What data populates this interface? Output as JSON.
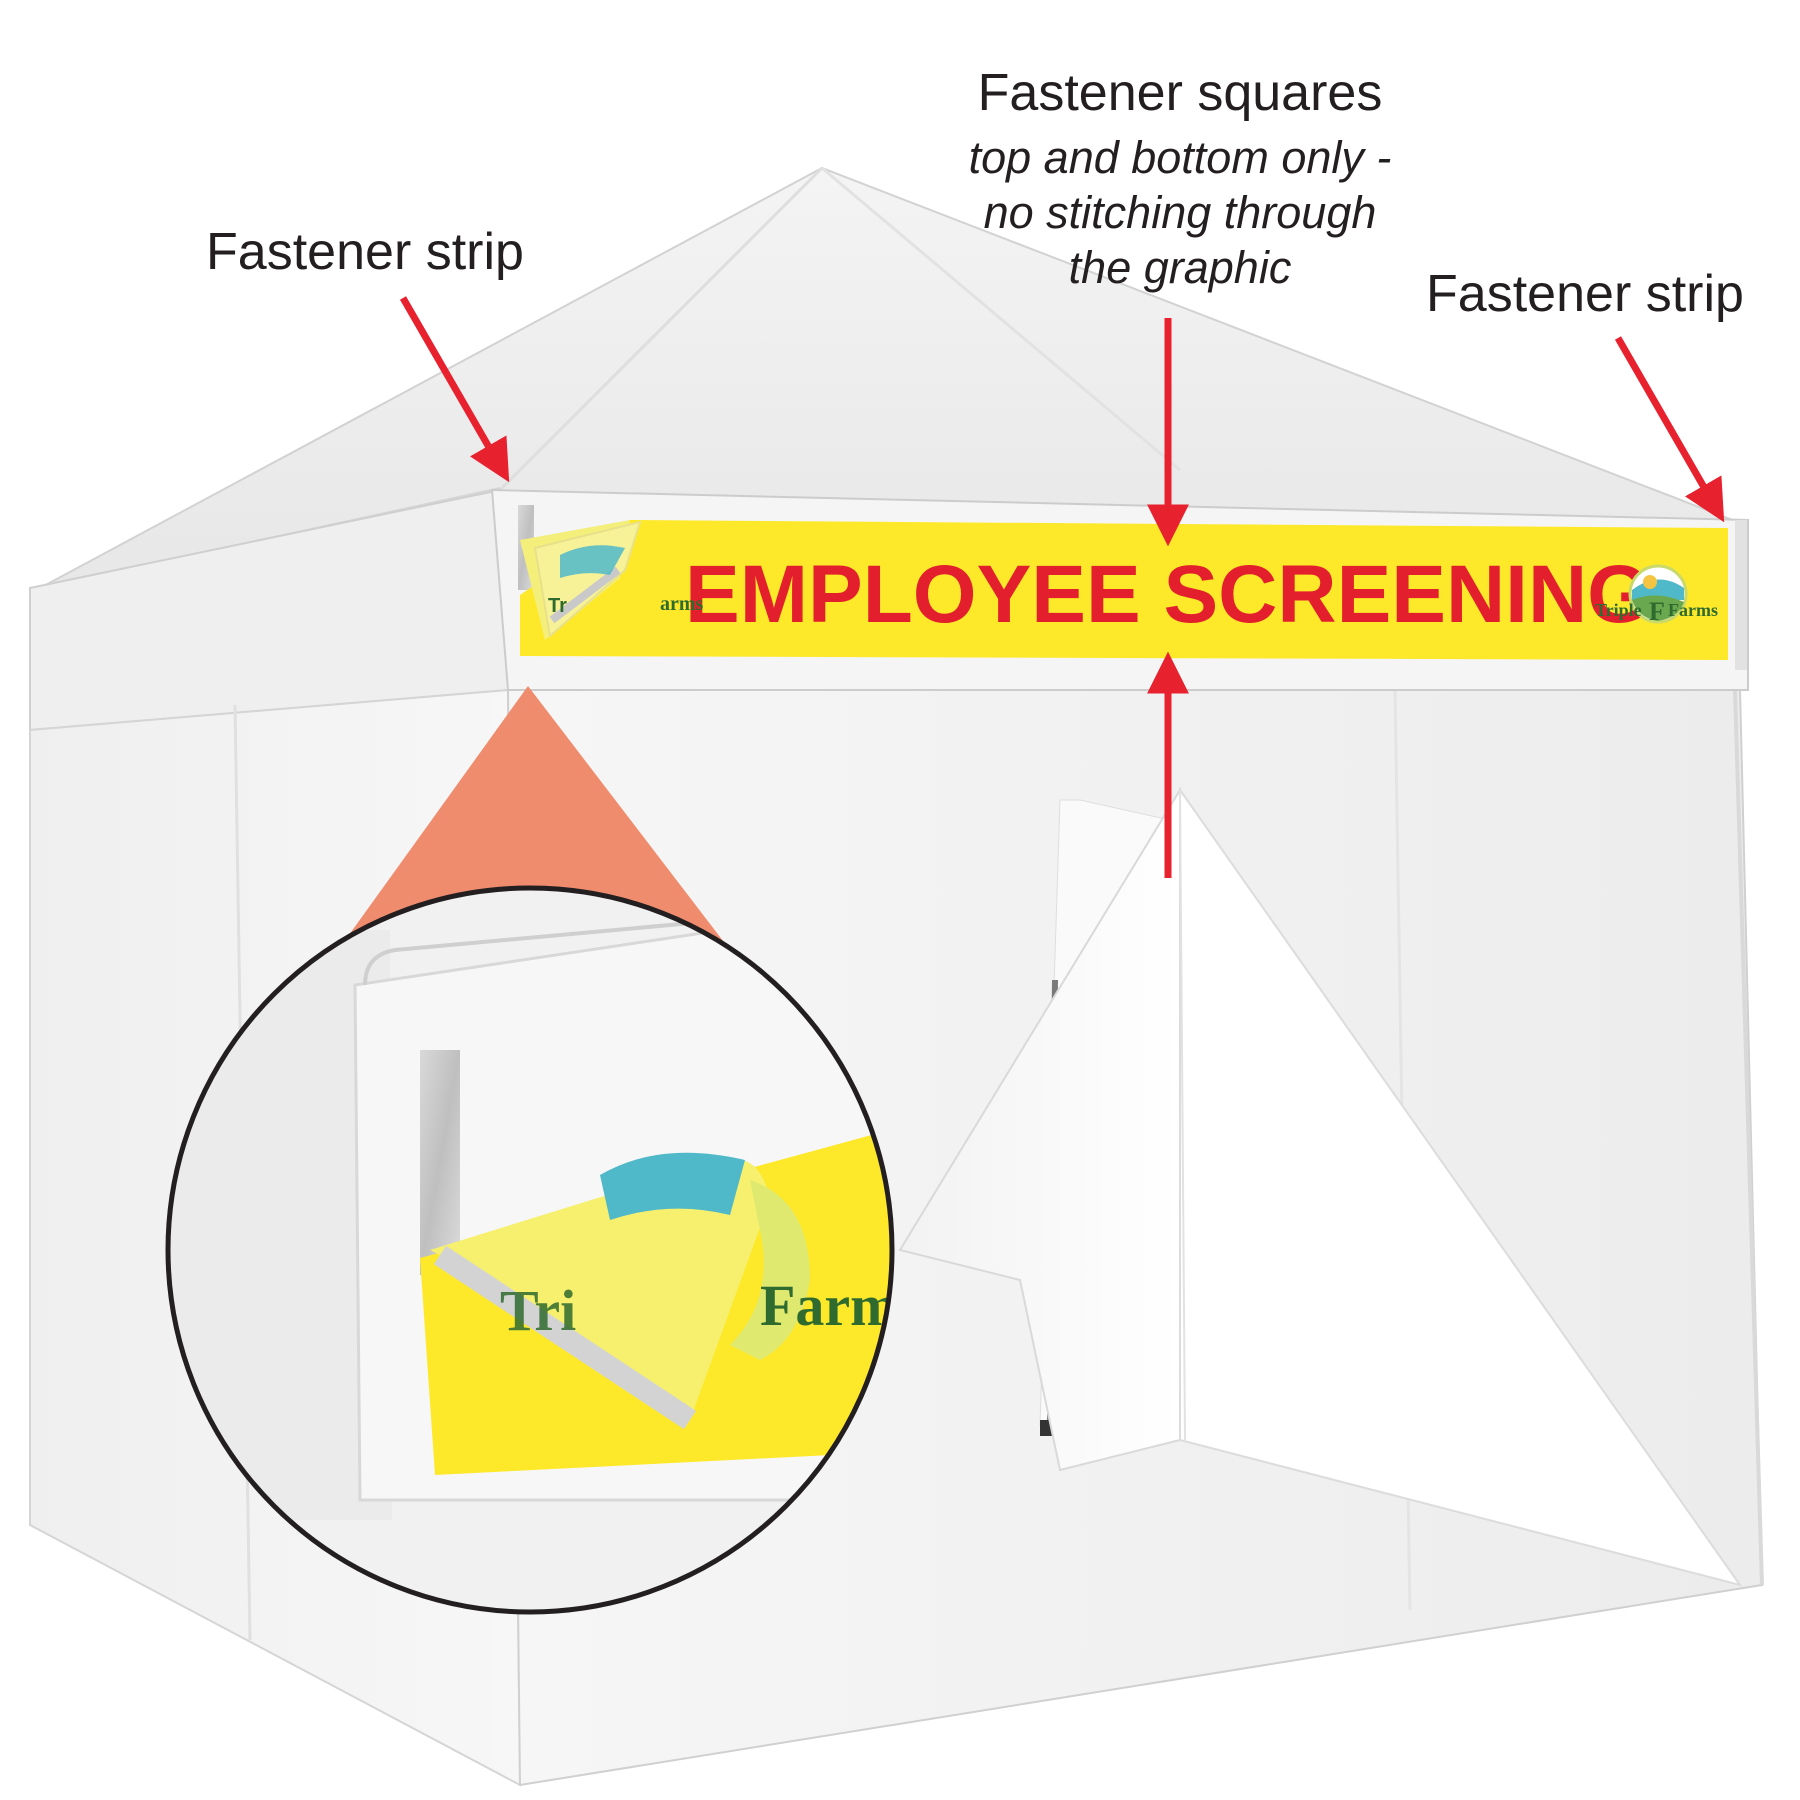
{
  "annotations": {
    "left_label": "Fastener strip",
    "right_label": "Fastener strip",
    "center_label": "Fastener squares",
    "center_sub": [
      "top and bottom only -",
      "no stitching through",
      "the graphic"
    ]
  },
  "banner": {
    "headline": "EMPLOYEE SCREENING",
    "brand_prefix": "Triple",
    "brand_mark": "F",
    "brand_suffix": "Farms",
    "detail_brand_fragment_a": "Tr",
    "detail_brand_fragment_b": "Farm",
    "detail_brand_fragment_c": "Tri",
    "detail_brand_fragment_d": "arms"
  },
  "colors": {
    "banner_yellow": "#fde92a",
    "banner_text_red": "#e41f2d",
    "arrow_red": "#e8212e",
    "zoom_wedge": "#ef8c6e",
    "brand_green": "#2f6b2f",
    "logo_blue": "#4fb8c9"
  },
  "icons": {
    "arrows": "red-callout-arrow",
    "zoom_lens": "magnifier-circle",
    "logo": "farm-logo-icon"
  }
}
